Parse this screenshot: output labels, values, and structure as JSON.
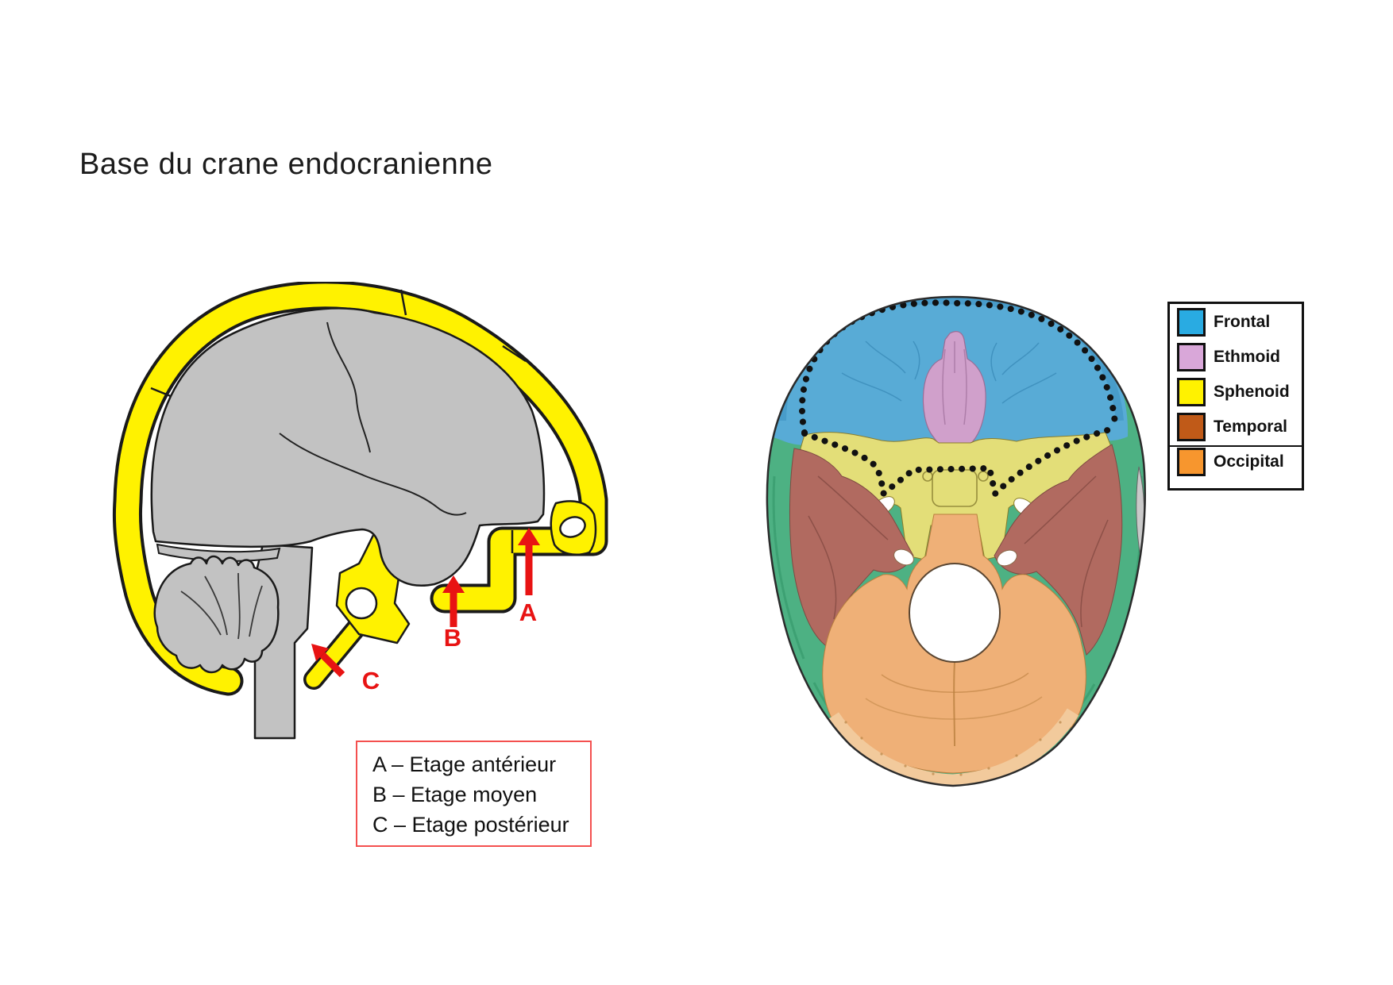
{
  "title": "Base du crane endocranienne",
  "sagittal_figure": {
    "skull_color": "#fff200",
    "brain_color": "#c2c2c2",
    "outline_color": "#1a1a1a",
    "arrow_color": "#e81313",
    "arrows": [
      {
        "label": "A"
      },
      {
        "label": "B"
      },
      {
        "label": "C"
      }
    ]
  },
  "caption_box": {
    "border_color": "#f4504f",
    "lines": [
      "A – Etage antérieur",
      "B – Etage moyen",
      "C – Etage postérieur"
    ]
  },
  "basal_figure": {
    "colors": {
      "frontal": "#58abd6",
      "frontal_dark": "#3e92c2",
      "ethmoid": "#d0a0cb",
      "sphenoid": "#e6df78",
      "temporal": "#b16a60",
      "occipital": "#efb077",
      "occipital_rim": "#f2ca9c",
      "parietal_green": "#4db183",
      "uncolored_gray": "#c9c9c9",
      "outline": "#2b2b2b",
      "dotted_line": "#111111"
    }
  },
  "legend": {
    "border_color": "#111111",
    "items": [
      {
        "label": "Frontal",
        "color": "#29abe2"
      },
      {
        "label": "Ethmoid",
        "color": "#d9a7d9"
      },
      {
        "label": "Sphenoid",
        "color": "#fff200"
      },
      {
        "label": "Temporal",
        "color": "#c05a18"
      },
      {
        "label": "Occipital",
        "color": "#f7962e"
      }
    ]
  }
}
